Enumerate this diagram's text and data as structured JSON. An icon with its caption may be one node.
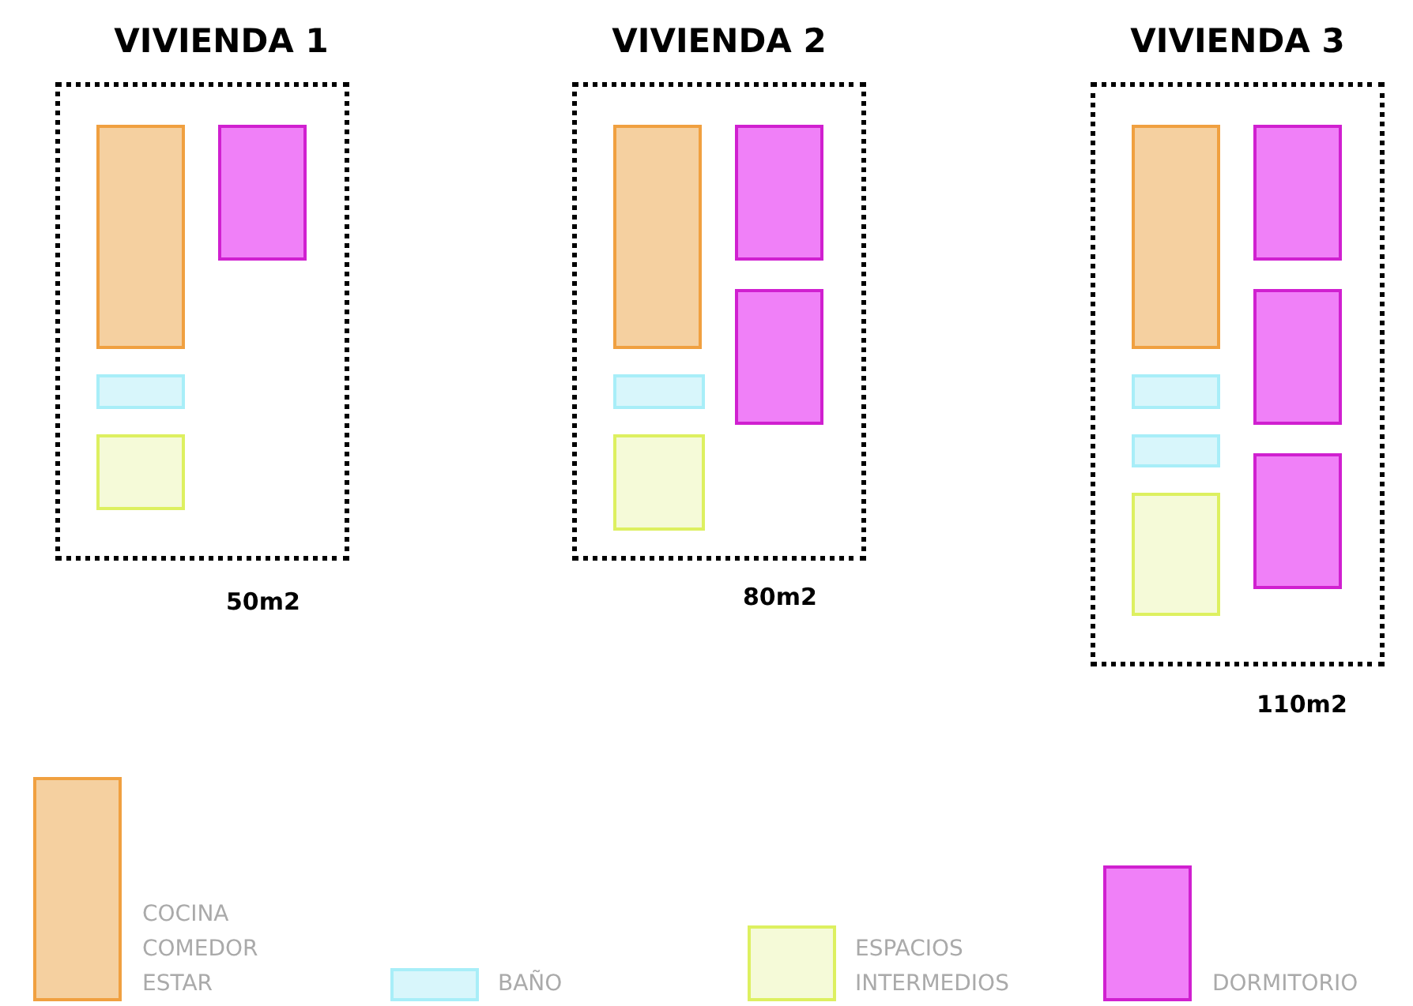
{
  "diagram": {
    "nodes": [
      {
        "text": [
          "VIVIENDA 1"
        ],
        "beside": [
          "50m2"
        ]
      },
      {
        "text": [],
        "shape": "box",
        "in": 0
      },
      {
        "text": [],
        "shape": "box",
        "in": 0
      },
      {
        "text": [],
        "shape": "box",
        "in": 0
      },
      {
        "text": [],
        "shape": "box",
        "in": 0
      },
      {
        "text": [
          "VIVIENDA 2"
        ],
        "beside": [
          "80m2"
        ]
      },
      {
        "text": [],
        "shape": "box",
        "in": 5
      },
      {
        "text": [],
        "shape": "box",
        "in": 5
      },
      {
        "text": [],
        "shape": "box",
        "in": 5
      },
      {
        "text": [],
        "shape": "box",
        "in": 5
      },
      {
        "text": [],
        "shape": "box",
        "in": 5
      },
      {
        "text": [
          "VIVIENDA 3"
        ],
        "beside": [
          "110m2"
        ]
      },
      {
        "text": [],
        "shape": "box",
        "in": 11
      },
      {
        "text": [],
        "shape": "box",
        "in": 11
      },
      {
        "text": [],
        "shape": "box",
        "in": 11
      },
      {
        "text": [],
        "shape": "box",
        "in": 11
      },
      {
        "text": [],
        "shape": "box",
        "in": 11
      },
      {
        "text": [],
        "shape": "box",
        "in": 11
      },
      {
        "text": [],
        "shape": "box",
        "in": 11
      }
    ],
    "edges": [],
    "legend": [
      {
        "text": "COCINA COMEDOR ESTAR",
        "color": "#f5d0a0"
      },
      {
        "text": "BAÑO",
        "color": "#d8f6fb"
      },
      {
        "text": "ESPACIOS INTERMEDIOS",
        "color": "#f5fad8"
      },
      {
        "text": "DORMITORIO",
        "color": "#f080f8"
      }
    ]
  }
}
